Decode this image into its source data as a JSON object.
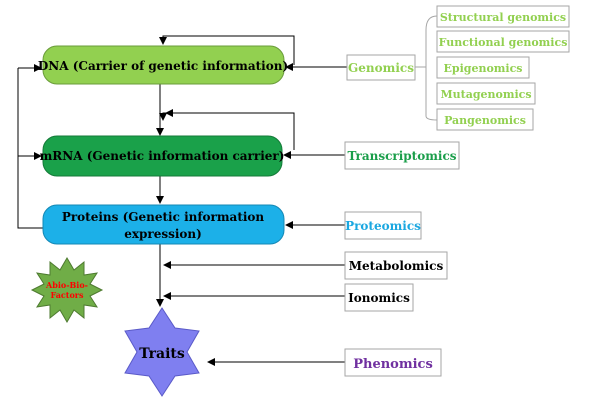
{
  "nodes": {
    "dna": "DNA (Carrier of genetic information)",
    "mrna": "mRNA (Genetic information carrier)",
    "proteins_line1": "Proteins (Genetic information",
    "proteins_line2": "expression)",
    "traits": "Traits",
    "abio_line1": "Abio-Bio-",
    "abio_line2": "Factors"
  },
  "omics": {
    "genomics": "Genomics",
    "transcriptomics": "Transcriptomics",
    "proteomics": "Proteomics",
    "metabolomics": "Metabolomics",
    "ionomics": "Ionomics",
    "phenomics": "Phenomics"
  },
  "genomics_subtypes": [
    "Structural genomics",
    "Functional genomics",
    "Epigenomics",
    "Mutagenomics",
    "Pangenomics"
  ],
  "colors": {
    "dna_fill": "#92d050",
    "mrna_fill": "#1aa14a",
    "proteins_fill": "#1cb0e8",
    "traits_fill": "#7f7ff0",
    "abio_fill": "#70ad47",
    "abio_text": "#ff0000",
    "genomics_text": "#92d050",
    "transcriptomics_text": "#1a9e4a",
    "proteomics_text": "#1aa7e0",
    "phenomics_text": "#7030a0",
    "box_border": "#a6a6a6"
  }
}
